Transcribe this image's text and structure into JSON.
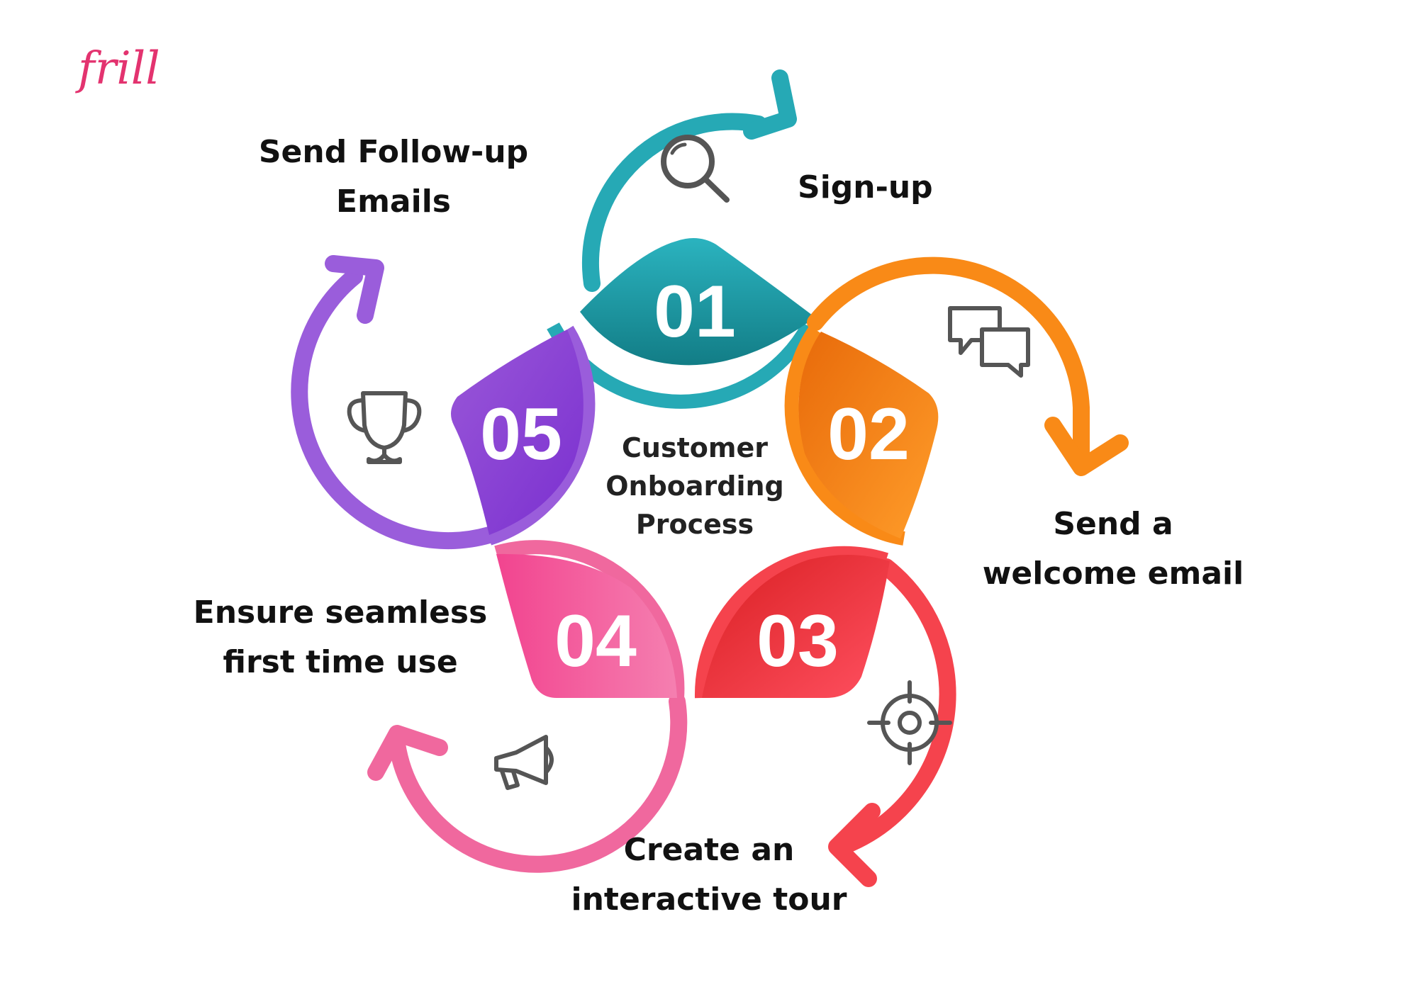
{
  "logo": "frill",
  "center_title": [
    "Customer",
    "Onboarding",
    "Process"
  ],
  "steps": [
    {
      "number": "01",
      "label": [
        "Sign-up"
      ],
      "icon": "magnifier-icon",
      "color": "#26a9b5"
    },
    {
      "number": "02",
      "label": [
        "Send a",
        "welcome email"
      ],
      "icon": "chat-bubbles-icon",
      "color": "#f98a17"
    },
    {
      "number": "03",
      "label": [
        "Create an",
        "interactive tour"
      ],
      "icon": "target-icon",
      "color": "#f5434d"
    },
    {
      "number": "04",
      "label": [
        "Ensure seamless",
        "first time use"
      ],
      "icon": "megaphone-icon",
      "color": "#f0689e"
    },
    {
      "number": "05",
      "label": [
        "Send Follow-up",
        "Emails"
      ],
      "icon": "trophy-icon",
      "color": "#9a5ddb"
    }
  ]
}
